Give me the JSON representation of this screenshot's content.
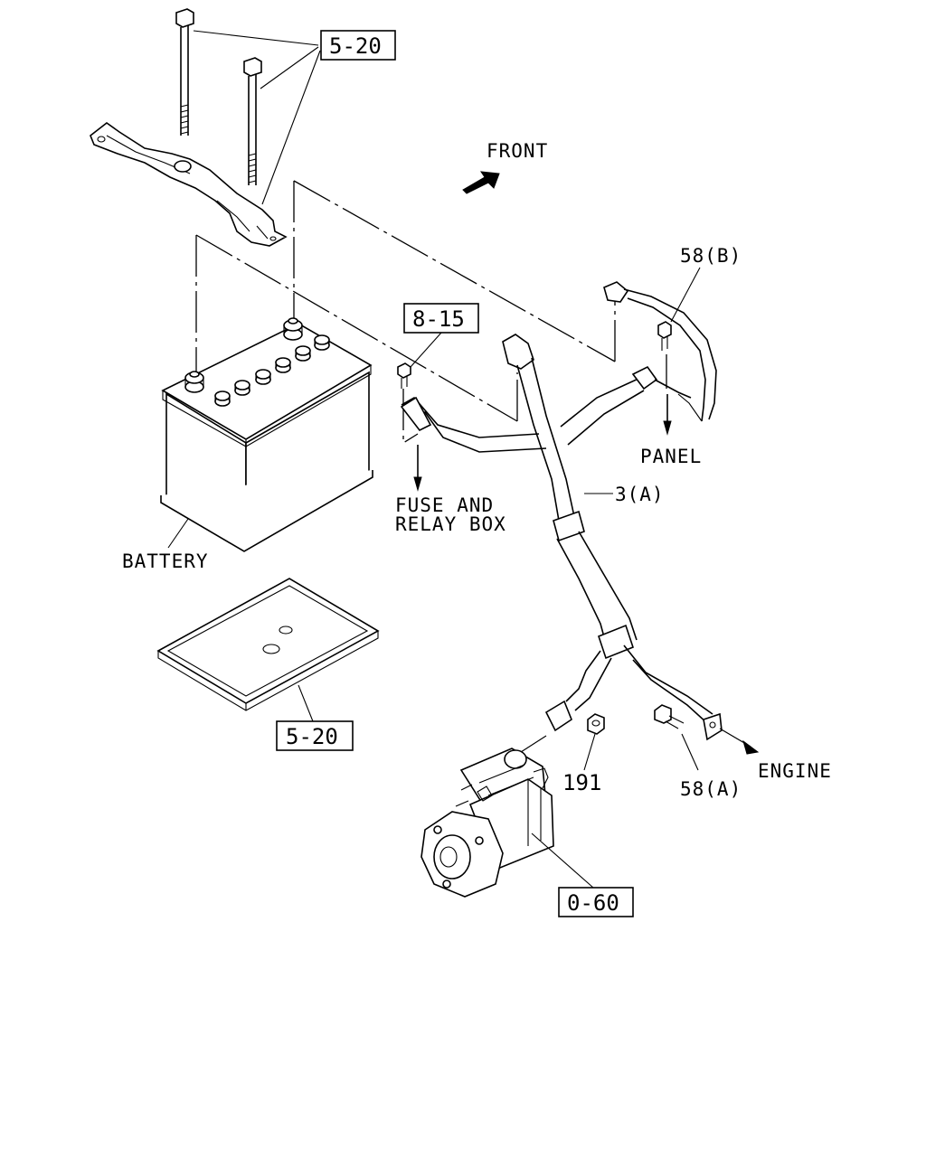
{
  "labels": {
    "ref_top": "5-20",
    "front": "FRONT",
    "ref_858": "8-15",
    "bolt_58b": "58(B)",
    "panel": "PANEL",
    "fuse_line1": "FUSE AND",
    "fuse_line2": "RELAY BOX",
    "harness_3a": "3(A)",
    "battery": "BATTERY",
    "ref_tray": "5-20",
    "nut_191": "191",
    "bolt_58a": "58(A)",
    "engine": "ENGINE",
    "ref_starter": "0-60"
  }
}
